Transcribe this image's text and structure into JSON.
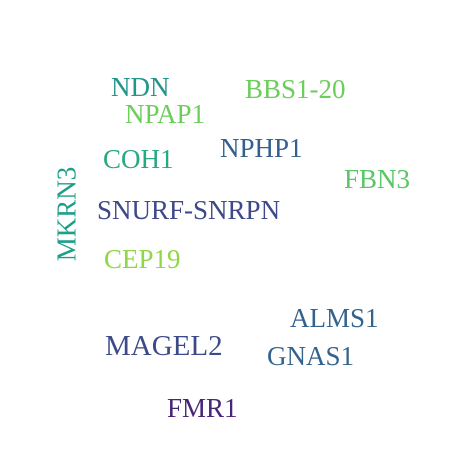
{
  "word_cloud": {
    "words": [
      {
        "text": "NDN",
        "color": "#21968B"
      },
      {
        "text": "BBS1-20",
        "color": "#6CCD5A"
      },
      {
        "text": "NPAP1",
        "color": "#6CCD5A"
      },
      {
        "text": "NPHP1",
        "color": "#355F8D"
      },
      {
        "text": "COH1",
        "color": "#27A882"
      },
      {
        "text": "FBN3",
        "color": "#58C765"
      },
      {
        "text": "MKRN3",
        "color": "#1F9F88"
      },
      {
        "text": "SNURF-SNRPN",
        "color": "#3E4989"
      },
      {
        "text": "CEP19",
        "color": "#8FD744"
      },
      {
        "text": "ALMS1",
        "color": "#33638D"
      },
      {
        "text": "MAGEL2",
        "color": "#3D4A89"
      },
      {
        "text": "GNAS1",
        "color": "#33638D"
      },
      {
        "text": "FMR1",
        "color": "#482576"
      }
    ]
  }
}
